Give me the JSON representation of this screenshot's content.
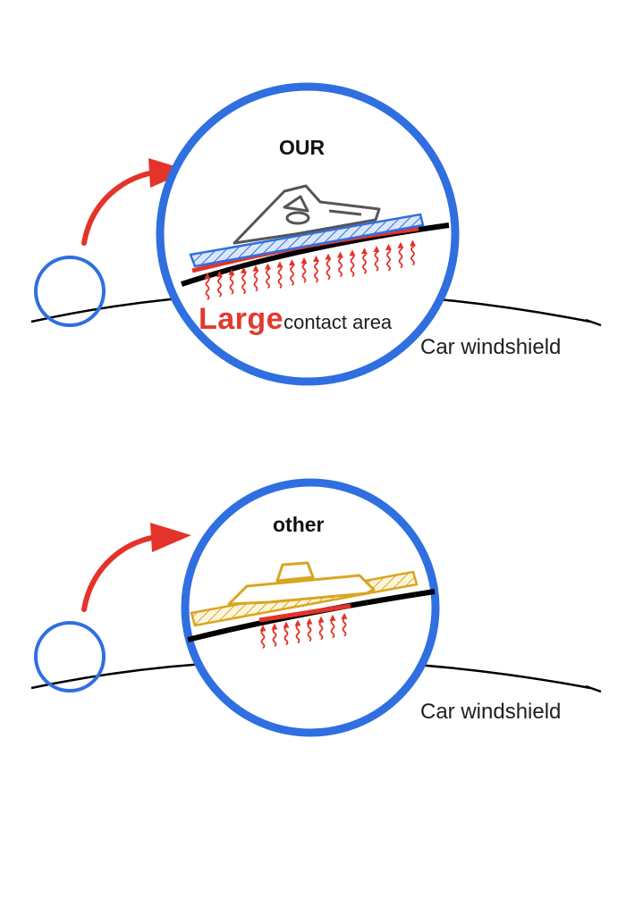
{
  "top": {
    "title": "OUR",
    "highlight": "Large",
    "caption": "contact area",
    "surface_label": "Car windshield"
  },
  "bottom": {
    "title": "other",
    "surface_label": "Car windshield"
  },
  "colors": {
    "circle": "#2f6fe0",
    "arrow": "#e3332a",
    "heat": "#e3332a",
    "our_blade_fill": "#dbe6fb",
    "our_blade_edge": "#2f6fe0",
    "other_blade_edge": "#d9a520",
    "other_blade_fill": "#fdf6dc",
    "windshield": "#000000"
  },
  "icons": {
    "our_wiper": "wiper-blade-icon",
    "other_wiper": "wiper-blade-icon",
    "heat": "heat-wave-icon"
  }
}
